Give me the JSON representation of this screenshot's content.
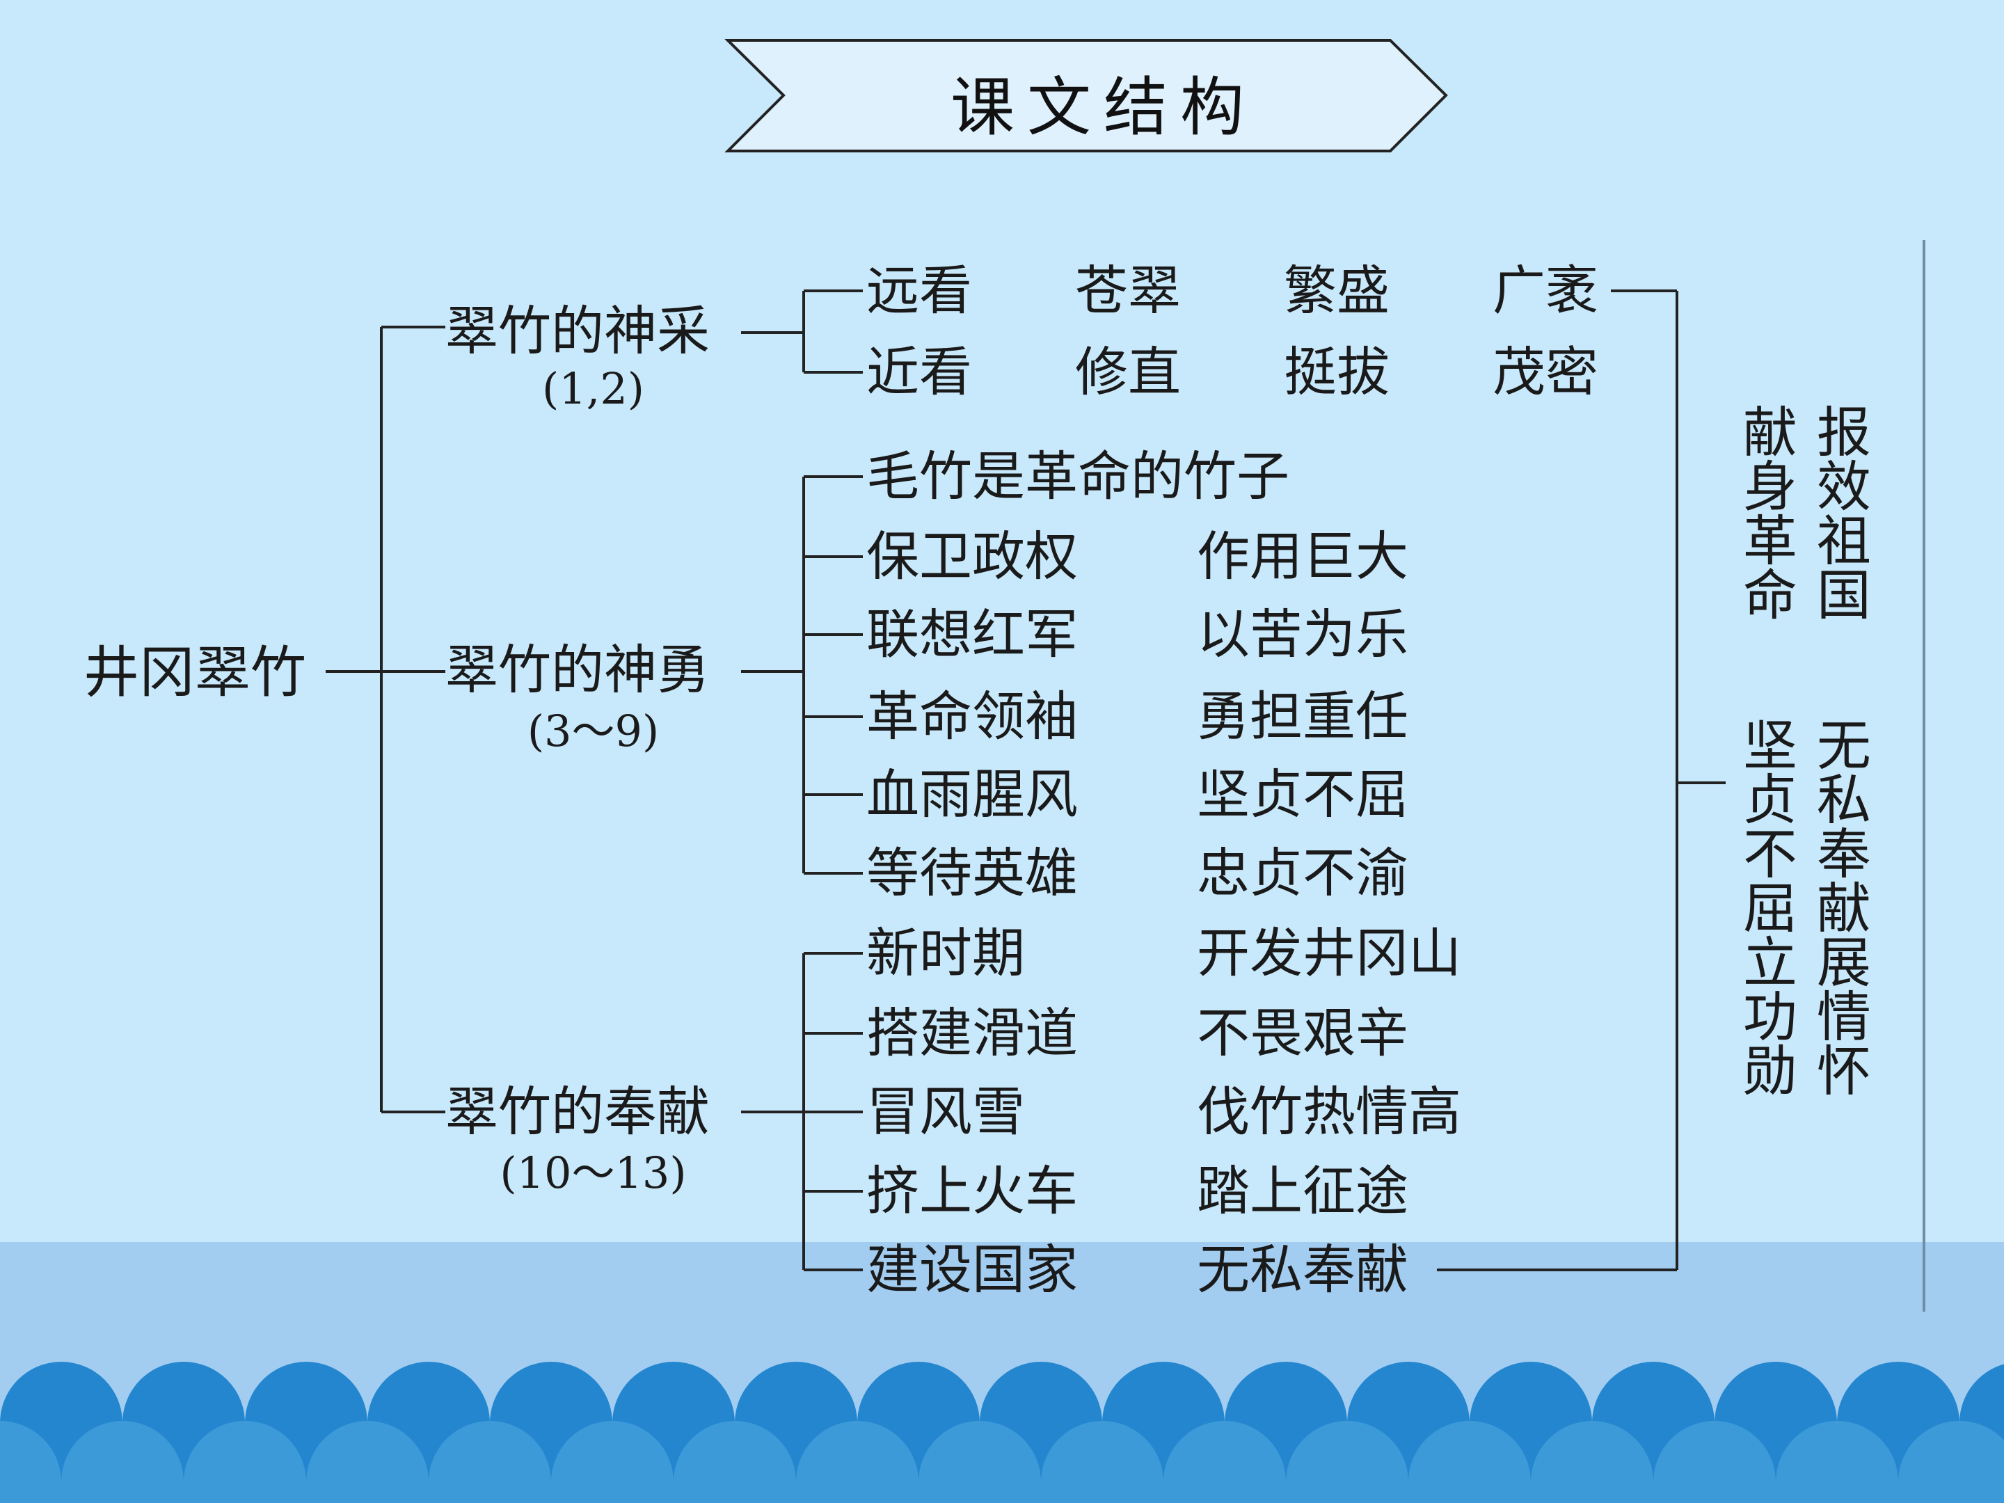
{
  "title": "课文结构",
  "root": "井冈翠竹",
  "sections": [
    {
      "name": "翠竹的神采",
      "range": "(1,2)",
      "rows": [
        [
          "远看",
          "苍翠",
          "繁盛",
          "广袤"
        ],
        [
          "近看",
          "修直",
          "挺拔",
          "茂密"
        ]
      ]
    },
    {
      "name": "翠竹的神勇",
      "range": "(3～9)",
      "rows": [
        [
          "毛竹是革命的竹子"
        ],
        [
          "保卫政权",
          "作用巨大"
        ],
        [
          "联想红军",
          "以苦为乐"
        ],
        [
          "革命领袖",
          "勇担重任"
        ],
        [
          "血雨腥风",
          "坚贞不屈"
        ],
        [
          "等待英雄",
          "忠贞不渝"
        ]
      ]
    },
    {
      "name": "翠竹的奉献",
      "range": "(10～13)",
      "rows": [
        [
          "新时期",
          "开发井冈山"
        ],
        [
          "搭建滑道",
          "不畏艰辛"
        ],
        [
          "冒风雪",
          "伐竹热情高"
        ],
        [
          "挤上火车",
          "踏上征途"
        ],
        [
          "建设国家",
          "无私奉献"
        ]
      ]
    }
  ],
  "summary": {
    "left_columns": [
      "献身革命",
      "坚贞不屈立功勋"
    ],
    "right_columns": [
      "报效祖国",
      "无私奉献展情怀"
    ]
  },
  "colors": {
    "background": "#c8e8fb",
    "lower_band": "#a2cdf0",
    "wave_dark": "#2486cf",
    "wave_light": "#3c9ad9",
    "lines": "#222222"
  }
}
